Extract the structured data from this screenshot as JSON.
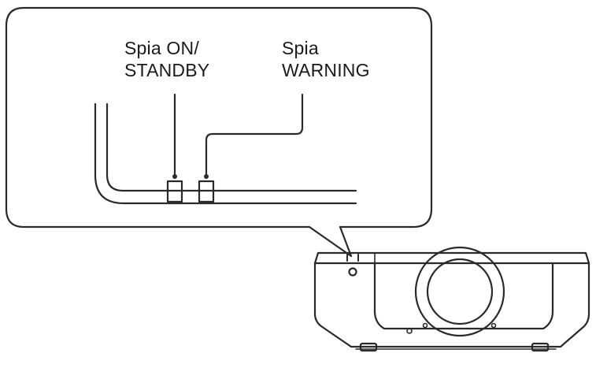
{
  "labels": {
    "on_standby": {
      "line1": "Spia ON/",
      "line2": "STANDBY"
    },
    "warning": {
      "line1": "Spia",
      "line2": "WARNING"
    }
  },
  "colors": {
    "stroke": "#2a2a2a",
    "text": "#1a1a1a",
    "background": "#ffffff"
  },
  "icons": {
    "device": "projector-icon",
    "indicator_on_standby": "indicator-lamp-icon",
    "indicator_warning": "indicator-lamp-icon"
  }
}
